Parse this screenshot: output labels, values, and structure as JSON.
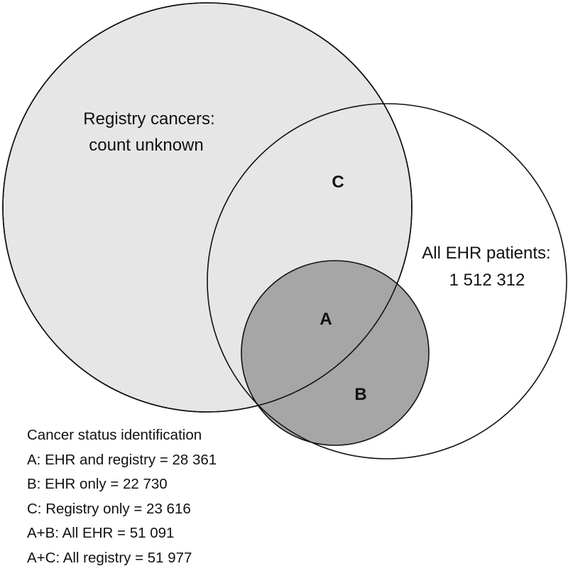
{
  "diagram": {
    "registry_label_line1": "Registry cancers:",
    "registry_label_line2": "count unknown",
    "ehr_label_line1": "All EHR patients:",
    "ehr_label_line2": "1 512 312",
    "region_a": "A",
    "region_b": "B",
    "region_c": "C"
  },
  "legend": {
    "title": "Cancer status identification",
    "items": [
      "A: EHR and registry = 28 361",
      "B: EHR only = 22 730",
      "C: Registry only = 23 616",
      "A+B: All EHR = 51 091",
      "A+C: All registry = 51 977"
    ]
  },
  "colors": {
    "registry_fill": "#e6e6e6",
    "cancer_fill": "#a6a6a6",
    "stroke": "#111111",
    "background": "#ffffff"
  }
}
